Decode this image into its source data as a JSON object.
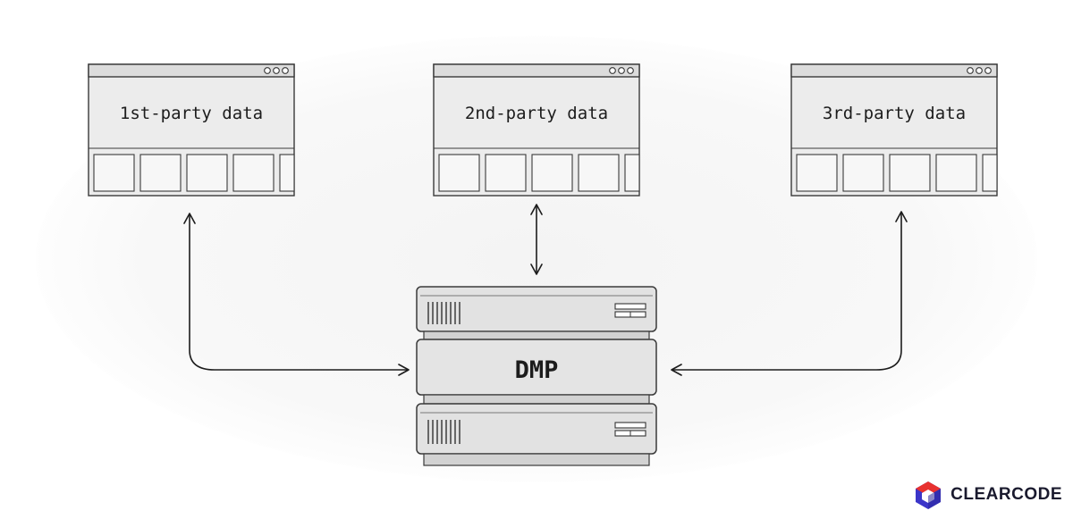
{
  "windows": [
    {
      "label": "1st-party data"
    },
    {
      "label": "2nd-party data"
    },
    {
      "label": "3rd-party data"
    }
  ],
  "server": {
    "label": "DMP"
  },
  "logo": {
    "text": "CLEARCODE",
    "colors": {
      "primary": "#3b35c9",
      "accent": "#e8312f",
      "dark": "#1a1a2e"
    }
  }
}
